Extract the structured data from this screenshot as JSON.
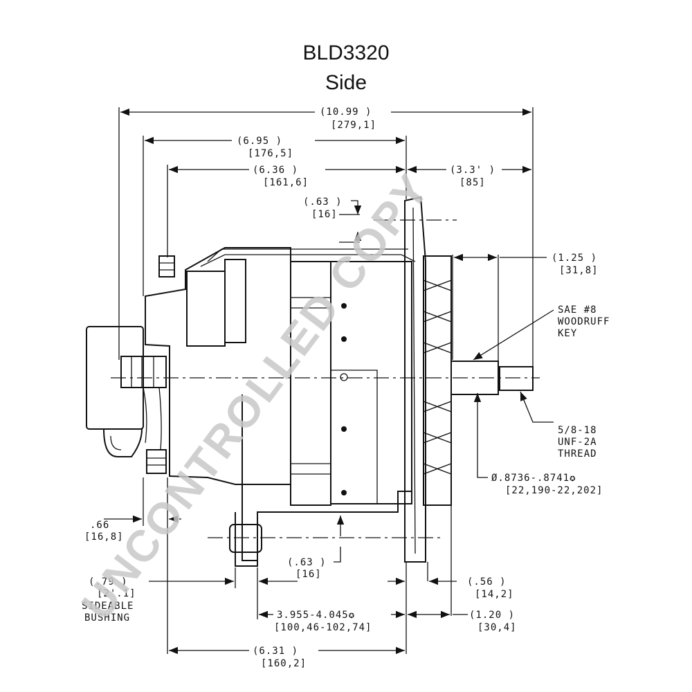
{
  "title": "BLD3320",
  "subtitle": "Side",
  "watermark": "UNCONTROLLED COPY",
  "dims": {
    "overall_in": "(10.99  )",
    "overall_mm": "[279,1]",
    "d695_in": "(6.95  )",
    "d695_mm": "[176,5]",
    "d636_in": "(6.36  )",
    "d636_mm": "[161,6]",
    "d335_in": "(3.3'  )",
    "d335_mm": "[85]",
    "d63a_in": "(.63  )",
    "d63a_mm": "[16]",
    "d125_in": "(1.25  )",
    "d125_mm": "[31,8]",
    "key_1": "SAE #8",
    "key_2": "WOODRUFF",
    "key_3": "KEY",
    "thread_1": "5/8-18",
    "thread_2": "UNF-2A",
    "thread_3": "THREAD",
    "dia_in": "Ø.8736-.8741✪",
    "dia_mm": "[22,190-22,202]",
    "d66_in": ".66",
    "d66_mm": "[16,8]",
    "d63b_in": "(.63  )",
    "d63b_mm": "[16]",
    "d79_in": "(.79  )",
    "d79_mm": "[2'.1]",
    "d79_n1": "SIDEABLE",
    "d79_n2": "BUSHING",
    "d56_in": "(.56  )",
    "d56_mm": "[14,2]",
    "span_in": "3.955-4.045✪",
    "span_mm": "[100,46-102,74]",
    "d120_in": "(1.20  )",
    "d120_mm": "[30,4]",
    "d631_in": "(6.31  )",
    "d631_mm": "[160,2]"
  }
}
